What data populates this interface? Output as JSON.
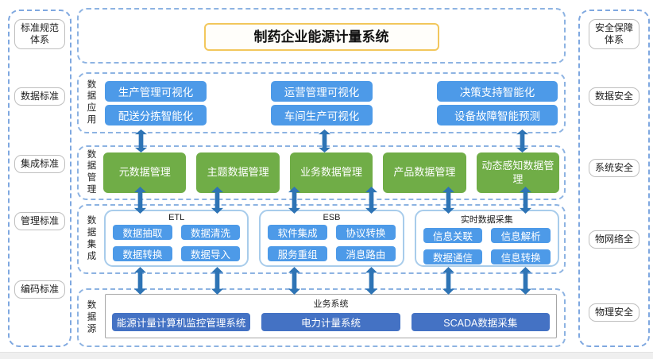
{
  "title": "制药企业能源计量系统",
  "left_rail": {
    "header": "标准规范体系",
    "items": [
      "数据标准",
      "集成标准",
      "管理标准",
      "编码标准"
    ]
  },
  "right_rail": {
    "header": "安全保障体系",
    "items": [
      "数据安全",
      "系统安全",
      "物网络全",
      "物理安全"
    ]
  },
  "sections": {
    "app": {
      "label": "数据应用",
      "columns": [
        [
          "生产管理可视化",
          "配送分拣智能化"
        ],
        [
          "运营管理可视化",
          "车间生产可视化"
        ],
        [
          "决策支持智能化",
          "设备故障智能预测"
        ]
      ]
    },
    "mgmt": {
      "label": "数据管理",
      "items": [
        "元数据管理",
        "主题数据管理",
        "业务数据管理",
        "产品数据管理",
        "动态感知数据管理"
      ]
    },
    "integration": {
      "label": "数据集成",
      "groups": [
        {
          "name": "ETL",
          "items": [
            "数据抽取",
            "数据清洗",
            "数据转换",
            "数据导入"
          ]
        },
        {
          "name": "ESB",
          "items": [
            "软件集成",
            "协议转换",
            "服务重组",
            "消息路由"
          ]
        },
        {
          "name": "实时数据采集",
          "items": [
            "信息关联",
            "信息解析",
            "数据通信",
            "信息转换"
          ]
        }
      ]
    },
    "source": {
      "label": "数据源",
      "group_name": "业务系统",
      "items": [
        "能源计量计算机监控管理系统",
        "电力计量系统",
        "SCADA数据采集"
      ]
    }
  },
  "colors": {
    "app_blue": "#4d9ae8",
    "green": "#70ad47",
    "dark_blue": "#4472c4",
    "arrow_blue": "#2e74b5",
    "dash_blue": "#8db3e2",
    "yellow": "#f2c75c"
  }
}
